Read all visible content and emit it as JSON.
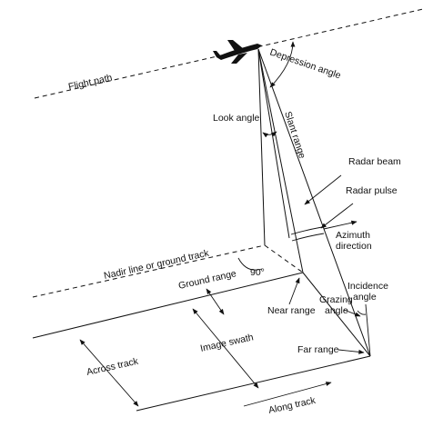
{
  "labels": {
    "flight_path": "Flight path",
    "depression_angle": "Depression angle",
    "look_angle": "Look angle",
    "slant_range": "Slant range",
    "radar_beam": "Radar beam",
    "radar_pulse": "Radar pulse",
    "azimuth": "Azimuth",
    "direction": "direction",
    "nadir_line": "Nadir line or ground track",
    "ground_range": "Ground range",
    "ninety": "90°",
    "near_range": "Near range",
    "grazing": "Grazing",
    "angle_g": "angle",
    "incidence": "Incidence",
    "angle_i": "angle",
    "image_swath": "Image swath",
    "across_track": "Across track",
    "far_range": "Far range",
    "along_track": "Along track"
  }
}
